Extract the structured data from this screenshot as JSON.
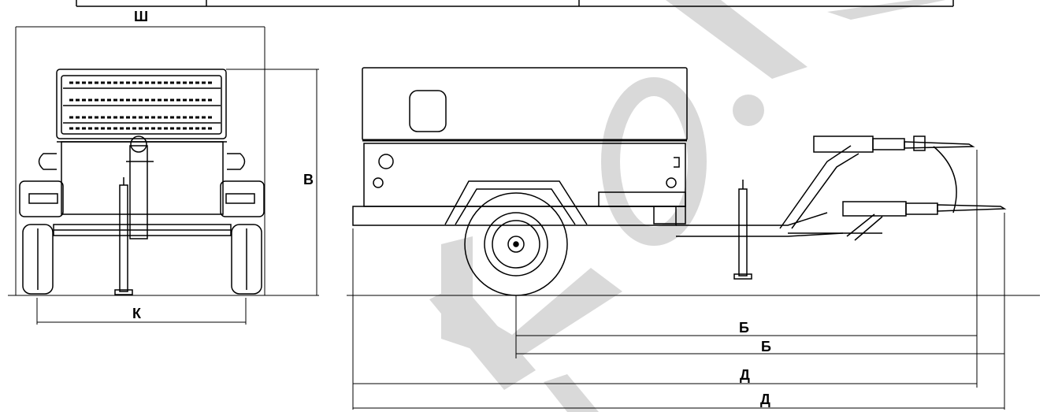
{
  "dimensions": {
    "width": "Ш",
    "height": "В",
    "track": "К",
    "length_b1": "Б",
    "length_b2": "Б",
    "length_d1": "Д",
    "length_d2": "Д"
  },
  "colors": {
    "line": "#000000",
    "watermark": "#d9d9d9",
    "background": "#ffffff"
  }
}
